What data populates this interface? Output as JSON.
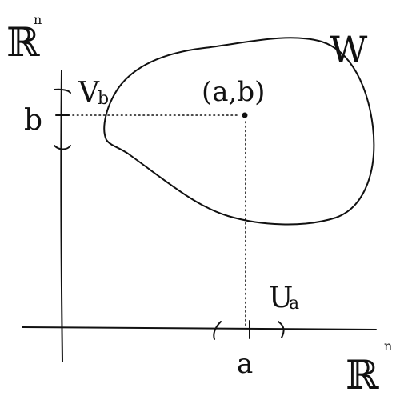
{
  "labels": {
    "y_axis": "ℝ",
    "y_axis_sup": "n",
    "x_axis": "ℝ",
    "x_axis_sup": "n",
    "region": "W",
    "point": "(a,b)",
    "y_tick": "b",
    "x_tick": "a",
    "y_neighborhood": "V",
    "y_neighborhood_sub": "b",
    "x_neighborhood": "U",
    "x_neighborhood_sub": "a"
  },
  "colors": {
    "ink": "#111111",
    "background": "#ffffff"
  }
}
